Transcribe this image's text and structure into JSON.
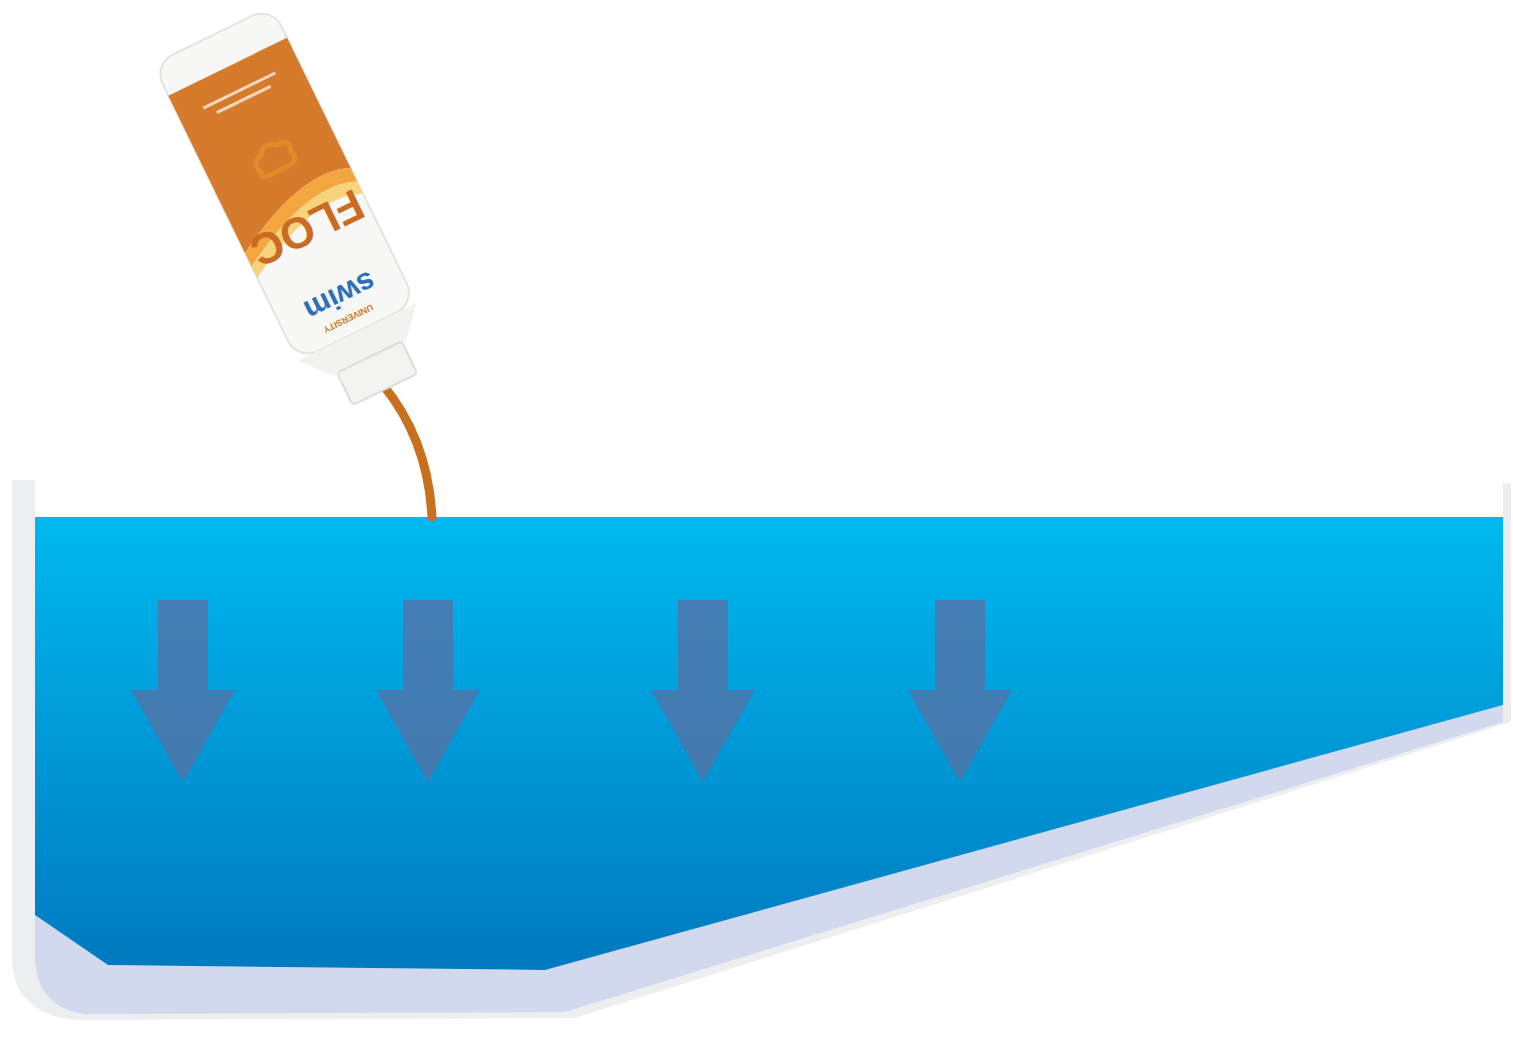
{
  "diagram": {
    "labels": [
      "FLOC",
      "swim",
      "UNIVERSITY"
    ]
  }
}
